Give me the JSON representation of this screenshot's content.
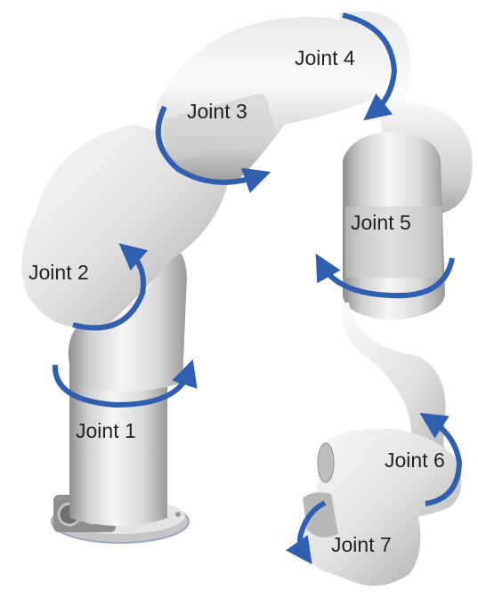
{
  "colors": {
    "arrow": "#2f5fae",
    "link_light": "#f3f3f3",
    "link_mid": "#d6d6d6",
    "link_dark": "#9a9a9a",
    "label": "#222222"
  },
  "joints": [
    {
      "id": "joint-1",
      "label": "Joint 1"
    },
    {
      "id": "joint-2",
      "label": "Joint 2"
    },
    {
      "id": "joint-3",
      "label": "Joint 3"
    },
    {
      "id": "joint-4",
      "label": "Joint 4"
    },
    {
      "id": "joint-5",
      "label": "Joint 5"
    },
    {
      "id": "joint-6",
      "label": "Joint 6"
    },
    {
      "id": "joint-7",
      "label": "Joint 7"
    }
  ]
}
